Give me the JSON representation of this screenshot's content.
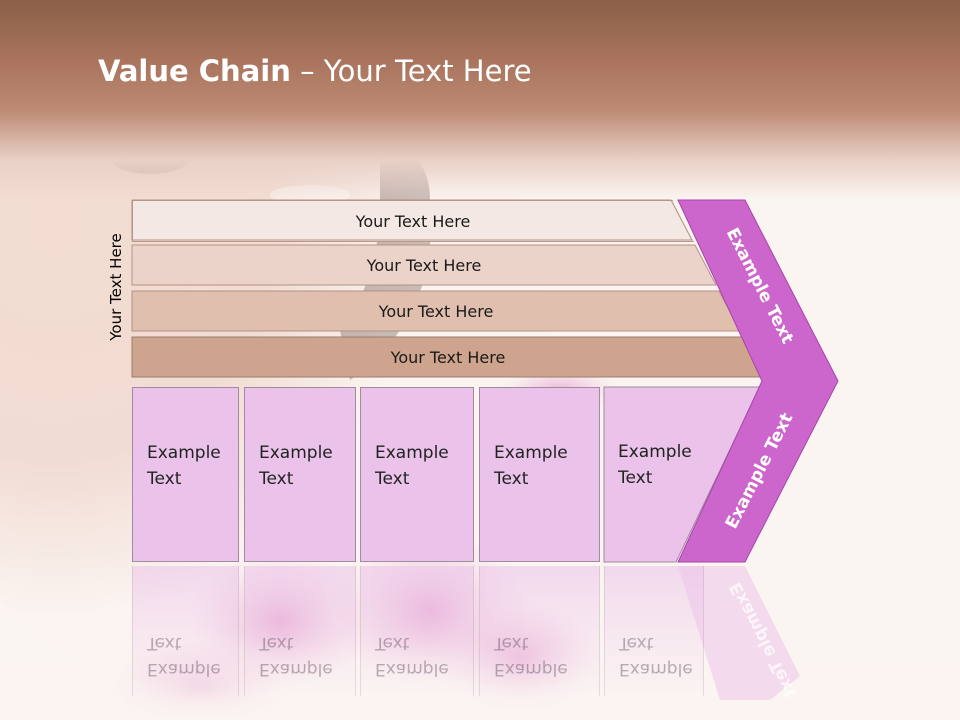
{
  "slide": {
    "title_bold": "Value Chain",
    "title_rest": " – Your Text Here",
    "side_label": "Your Text Here"
  },
  "bars": [
    {
      "label": "Your Text Here"
    },
    {
      "label": "Your Text Here"
    },
    {
      "label": "Your Text Here"
    },
    {
      "label": "Your Text Here"
    }
  ],
  "boxes": [
    {
      "label": "Example\nText"
    },
    {
      "label": "Example\nText"
    },
    {
      "label": "Example\nText"
    },
    {
      "label": "Example\nText"
    },
    {
      "label": "Example\nText"
    }
  ],
  "chevron": {
    "upper_label": "Example Text",
    "lower_label": "Example Text"
  },
  "colors": {
    "chevron": "#cc66cc",
    "box": "#ebc3ea"
  }
}
